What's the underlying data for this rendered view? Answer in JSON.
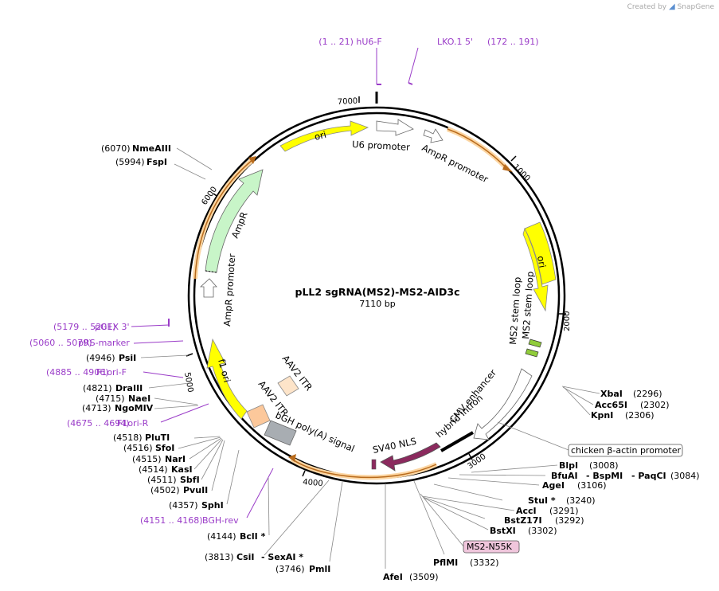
{
  "watermark": {
    "prefix": "Created by",
    "brand": "SnapGene"
  },
  "plasmid": {
    "name": "pLL2 sgRNA(MS2)-MS2-AID3c",
    "size": "7110 bp"
  },
  "ticks": [
    "1000",
    "2000",
    "3000",
    "4000",
    "5000",
    "6000",
    "7000"
  ],
  "features": {
    "ori_top": "ori",
    "u6": "U6 promoter",
    "ampr_promoter_top": "AmpR promoter",
    "ori_right": "ori",
    "ms2_1": "MS2 stem loop",
    "ms2_2": "MS2 stem loop",
    "cmv": "CMV enhancer",
    "hybrid": "hybrid intron",
    "sv40": "SV40 NLS",
    "bgh": "bGH poly(A) signal",
    "aav_1": "AAV2 ITR",
    "aav_2": "AAV2 ITR",
    "f1": "f1 ori",
    "ampr_promoter_left": "AmpR promoter",
    "ampr": "AmpR"
  },
  "primers": {
    "hu6f": "(1 .. 21)  hU6-F",
    "lko_name": "LKO.1 5'",
    "lko_pos": "(172 .. 191)",
    "pgex_pos": "(5179 .. 5201)",
    "pgex_name": "pGEX 3'",
    "prs_pos": "(5060 .. 5079)",
    "prs_name": "pRS-marker",
    "f1f_pos": "(4885 .. 4906)",
    "f1f_name": "F1ori-F",
    "f1r_pos": "(4675 .. 4694)",
    "f1r_name": "F1ori-R",
    "bgh_pos": "(4151 .. 4168)",
    "bgh_name": "BGH-rev"
  },
  "boxes": {
    "chicken": "chicken β-actin promoter",
    "ms2n55k": "MS2-N55K"
  },
  "sites": {
    "nmeaiii_pos": "(6070)",
    "nmeaiii": "NmeAIII",
    "fspi_pos": "(5994)",
    "fspi": "FspI",
    "psii_pos": "(4946)",
    "psii": "PsiI",
    "draiii_pos": "(4821)",
    "draiii": "DraIII",
    "naei_pos": "(4715)",
    "naei": "NaeI",
    "ngomiv_pos": "(4713)",
    "ngomiv": "NgoMIV",
    "pluti_pos": "(4518)",
    "pluti": "PluTI",
    "sfoi_pos": "(4516)",
    "sfoi": "SfoI",
    "nari_pos": "(4515)",
    "nari": "NarI",
    "kasi_pos": "(4514)",
    "kasi": "KasI",
    "sbfi_pos": "(4511)",
    "sbfi": "SbfI",
    "pvuii_pos": "(4502)",
    "pvuii": "PvuII",
    "sphi_pos": "(4357)",
    "sphi": "SphI",
    "bcli_pos": "(4144)",
    "bcli": "BclI *",
    "csii_pos": "(3813)",
    "csii": "CsiI",
    "sexai": "- SexAI *",
    "pmli_pos": "(3746)",
    "pmli": "PmlI",
    "afei": "AfeI",
    "afei_pos": "(3509)",
    "pflmi": "PflMI",
    "pflmi_pos": "(3332)",
    "bstxi": "BstXI",
    "bstxi_pos": "(3302)",
    "bstz17i": "BstZ17I",
    "bstz17i_pos": "(3292)",
    "acci": "AccI",
    "acci_pos": "(3291)",
    "stui": "StuI *",
    "stui_pos": "(3240)",
    "agei": "AgeI",
    "agei_pos": "(3106)",
    "bfuai": "BfuAI",
    "bspmi": "- BspMI",
    "paqci": "- PaqCI",
    "paqci_pos": "(3084)",
    "blpi": "BlpI",
    "blpi_pos": "(3008)",
    "kpni": "KpnI",
    "kpni_pos": "(2306)",
    "acc65i": "Acc65I",
    "acc65i_pos": "(2302)",
    "xbai": "XbaI",
    "xbai_pos": "(2296)"
  }
}
